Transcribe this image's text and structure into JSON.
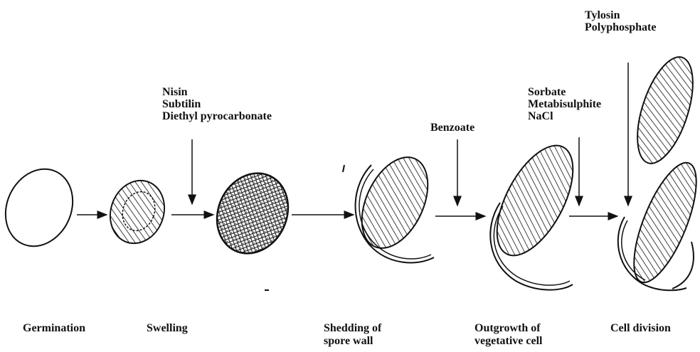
{
  "stages": [
    {
      "line1": "Germination",
      "line2": ""
    },
    {
      "line1": "Swelling",
      "line2": ""
    },
    {
      "line1": "Shedding of",
      "line2": "spore wall"
    },
    {
      "line1": "Outgrowth of",
      "line2": "vegetative cell"
    },
    {
      "line1": "Cell division",
      "line2": ""
    }
  ],
  "inhibitors": [
    {
      "lines": [
        "Nisin",
        "Subtilin",
        "Diethyl pyrocarbonate"
      ]
    },
    {
      "lines": [
        "Benzoate"
      ]
    },
    {
      "lines": [
        "Sorbate",
        "Metabisulphite",
        "NaCl"
      ]
    },
    {
      "lines": [
        "Tylosin",
        "Polyphosphate"
      ]
    }
  ],
  "colors": {
    "ink": "#111111",
    "background": "#ffffff"
  }
}
